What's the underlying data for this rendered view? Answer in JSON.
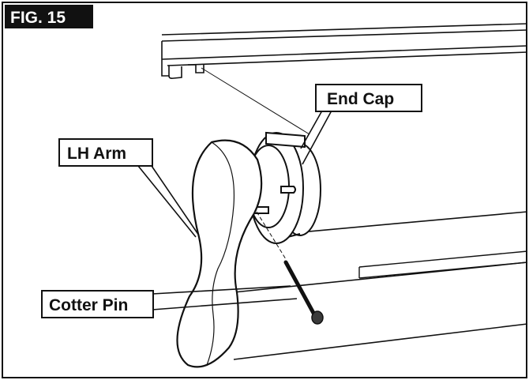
{
  "figure": {
    "label": "FIG. 15",
    "callouts": {
      "end_cap": "End Cap",
      "lh_arm": "LH Arm",
      "cotter_pin": "Cotter Pin"
    }
  },
  "colors": {
    "ink": "#111111",
    "paper": "#ffffff",
    "label_background": "#111111",
    "label_text": "#ffffff"
  }
}
